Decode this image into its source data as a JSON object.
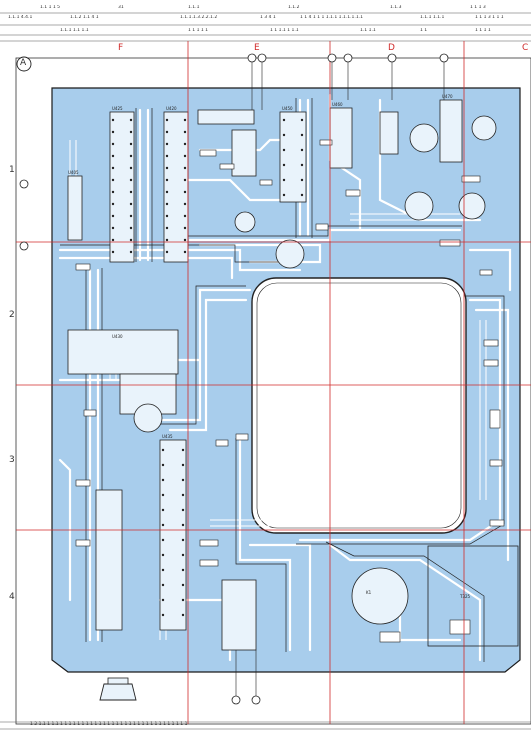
{
  "header": {
    "row1": [
      "1.1 1 1 5",
      "31",
      "1.1.1",
      "1.1.2",
      "1.1.3",
      "1 1 1 3"
    ],
    "row2": [
      "1.1.1 4.4.1",
      "1.1.2 1.1 4 1",
      "1.1.1.1.3.2.2.1.2",
      "1 3 4 1",
      "1 1 4 1 1 1 1.1.1 1.1.1.1.1.1",
      "1.1.1 1.1.1",
      "1 1 1 3 1 1 1"
    ],
    "row3": [
      "1.1.1 1.1 1.1",
      "1 1 1 1 1",
      "1 1 1.1 1 1.1",
      "1.1 1.1",
      "1 1",
      "1 1 1 1"
    ]
  },
  "grid": {
    "letters": [
      "F",
      "E",
      "D",
      "C"
    ],
    "rows": [
      "1",
      "2",
      "3",
      "4"
    ],
    "corner_letter": "A"
  },
  "components": {
    "ics": [
      "U425",
      "U420",
      "U430",
      "U405",
      "U435",
      "U450",
      "U460",
      "U470"
    ],
    "transformer": "T325",
    "relay": "K1"
  },
  "footer": {
    "text": "1 2 1.1 1 1.1 1 1 1 1 1 1 1 1 1 1 1 1 1 1 1 1 1 1 1 1 1 1 1 1 1 1 1 1 1 1"
  },
  "colors": {
    "board": "#a8cdec",
    "trace": "#ffffff",
    "grid_line": "#d02a2a",
    "ink": "#222222"
  }
}
